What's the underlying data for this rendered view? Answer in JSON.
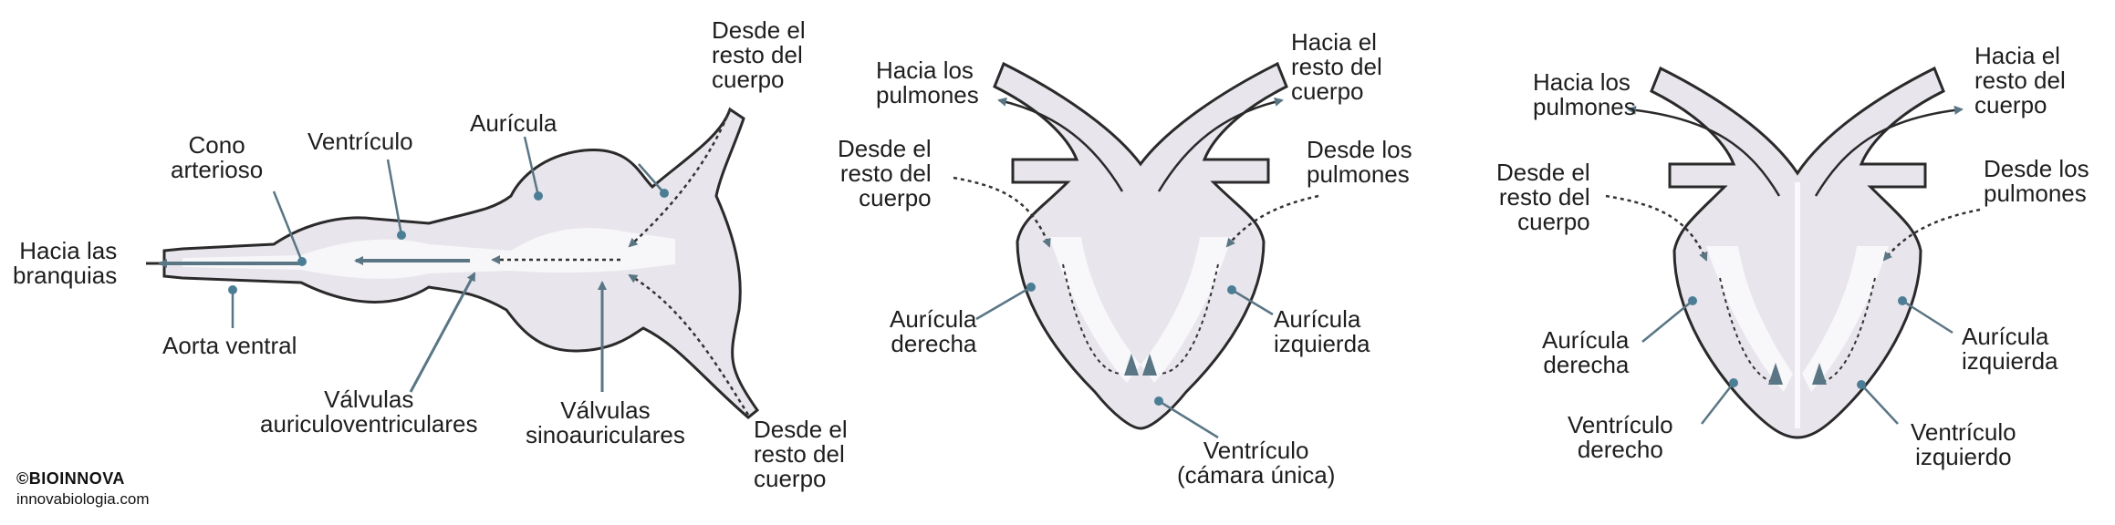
{
  "fish": {
    "labels": {
      "hacia_branquias": "Hacia las\nbranquias",
      "cono": "Cono\narterioso",
      "ventriculo": "Ventrículo",
      "auricula": "Aurícula",
      "desde_resto_top": "Desde el\nresto del\ncuerpo",
      "aorta": "Aorta ventral",
      "valv_av": "Válvulas\nauriculoventriculares",
      "valv_sa": "Válvulas\nsinoauriculares",
      "desde_resto_bottom": "Desde el\nresto del\ncuerpo"
    }
  },
  "amphibian": {
    "labels": {
      "hacia_pulmones": "Hacia los\npulmones",
      "hacia_cuerpo": "Hacia el\nresto del\ncuerpo",
      "desde_resto": "Desde el\nresto del\ncuerpo",
      "desde_pulmones": "Desde los\npulmones",
      "auricula_der": "Aurícula\nderecha",
      "auricula_izq": "Aurícula\nizquierda",
      "ventriculo": "Ventrículo\n(cámara única)"
    }
  },
  "reptile": {
    "labels": {
      "hacia_pulmones": "Hacia los\npulmones",
      "hacia_cuerpo": "Hacia el\nresto del\ncuerpo",
      "desde_resto": "Desde el\nresto del\ncuerpo",
      "desde_pulmones": "Desde los\npulmones",
      "auricula_der": "Aurícula\nderecha",
      "auricula_izq": "Aurícula\nizquierda",
      "ventriculo_der": "Ventrículo\nderecho",
      "ventriculo_izq": "Ventrículo\nizquierdo"
    }
  },
  "credits": {
    "brand": "©BIOINNOVA",
    "site": "innovabiologia.com"
  },
  "colors": {
    "fill": "#e8e5ec",
    "outline": "#2a2a2a",
    "arrow": "#5a7685",
    "dot": "#4b7e95"
  }
}
